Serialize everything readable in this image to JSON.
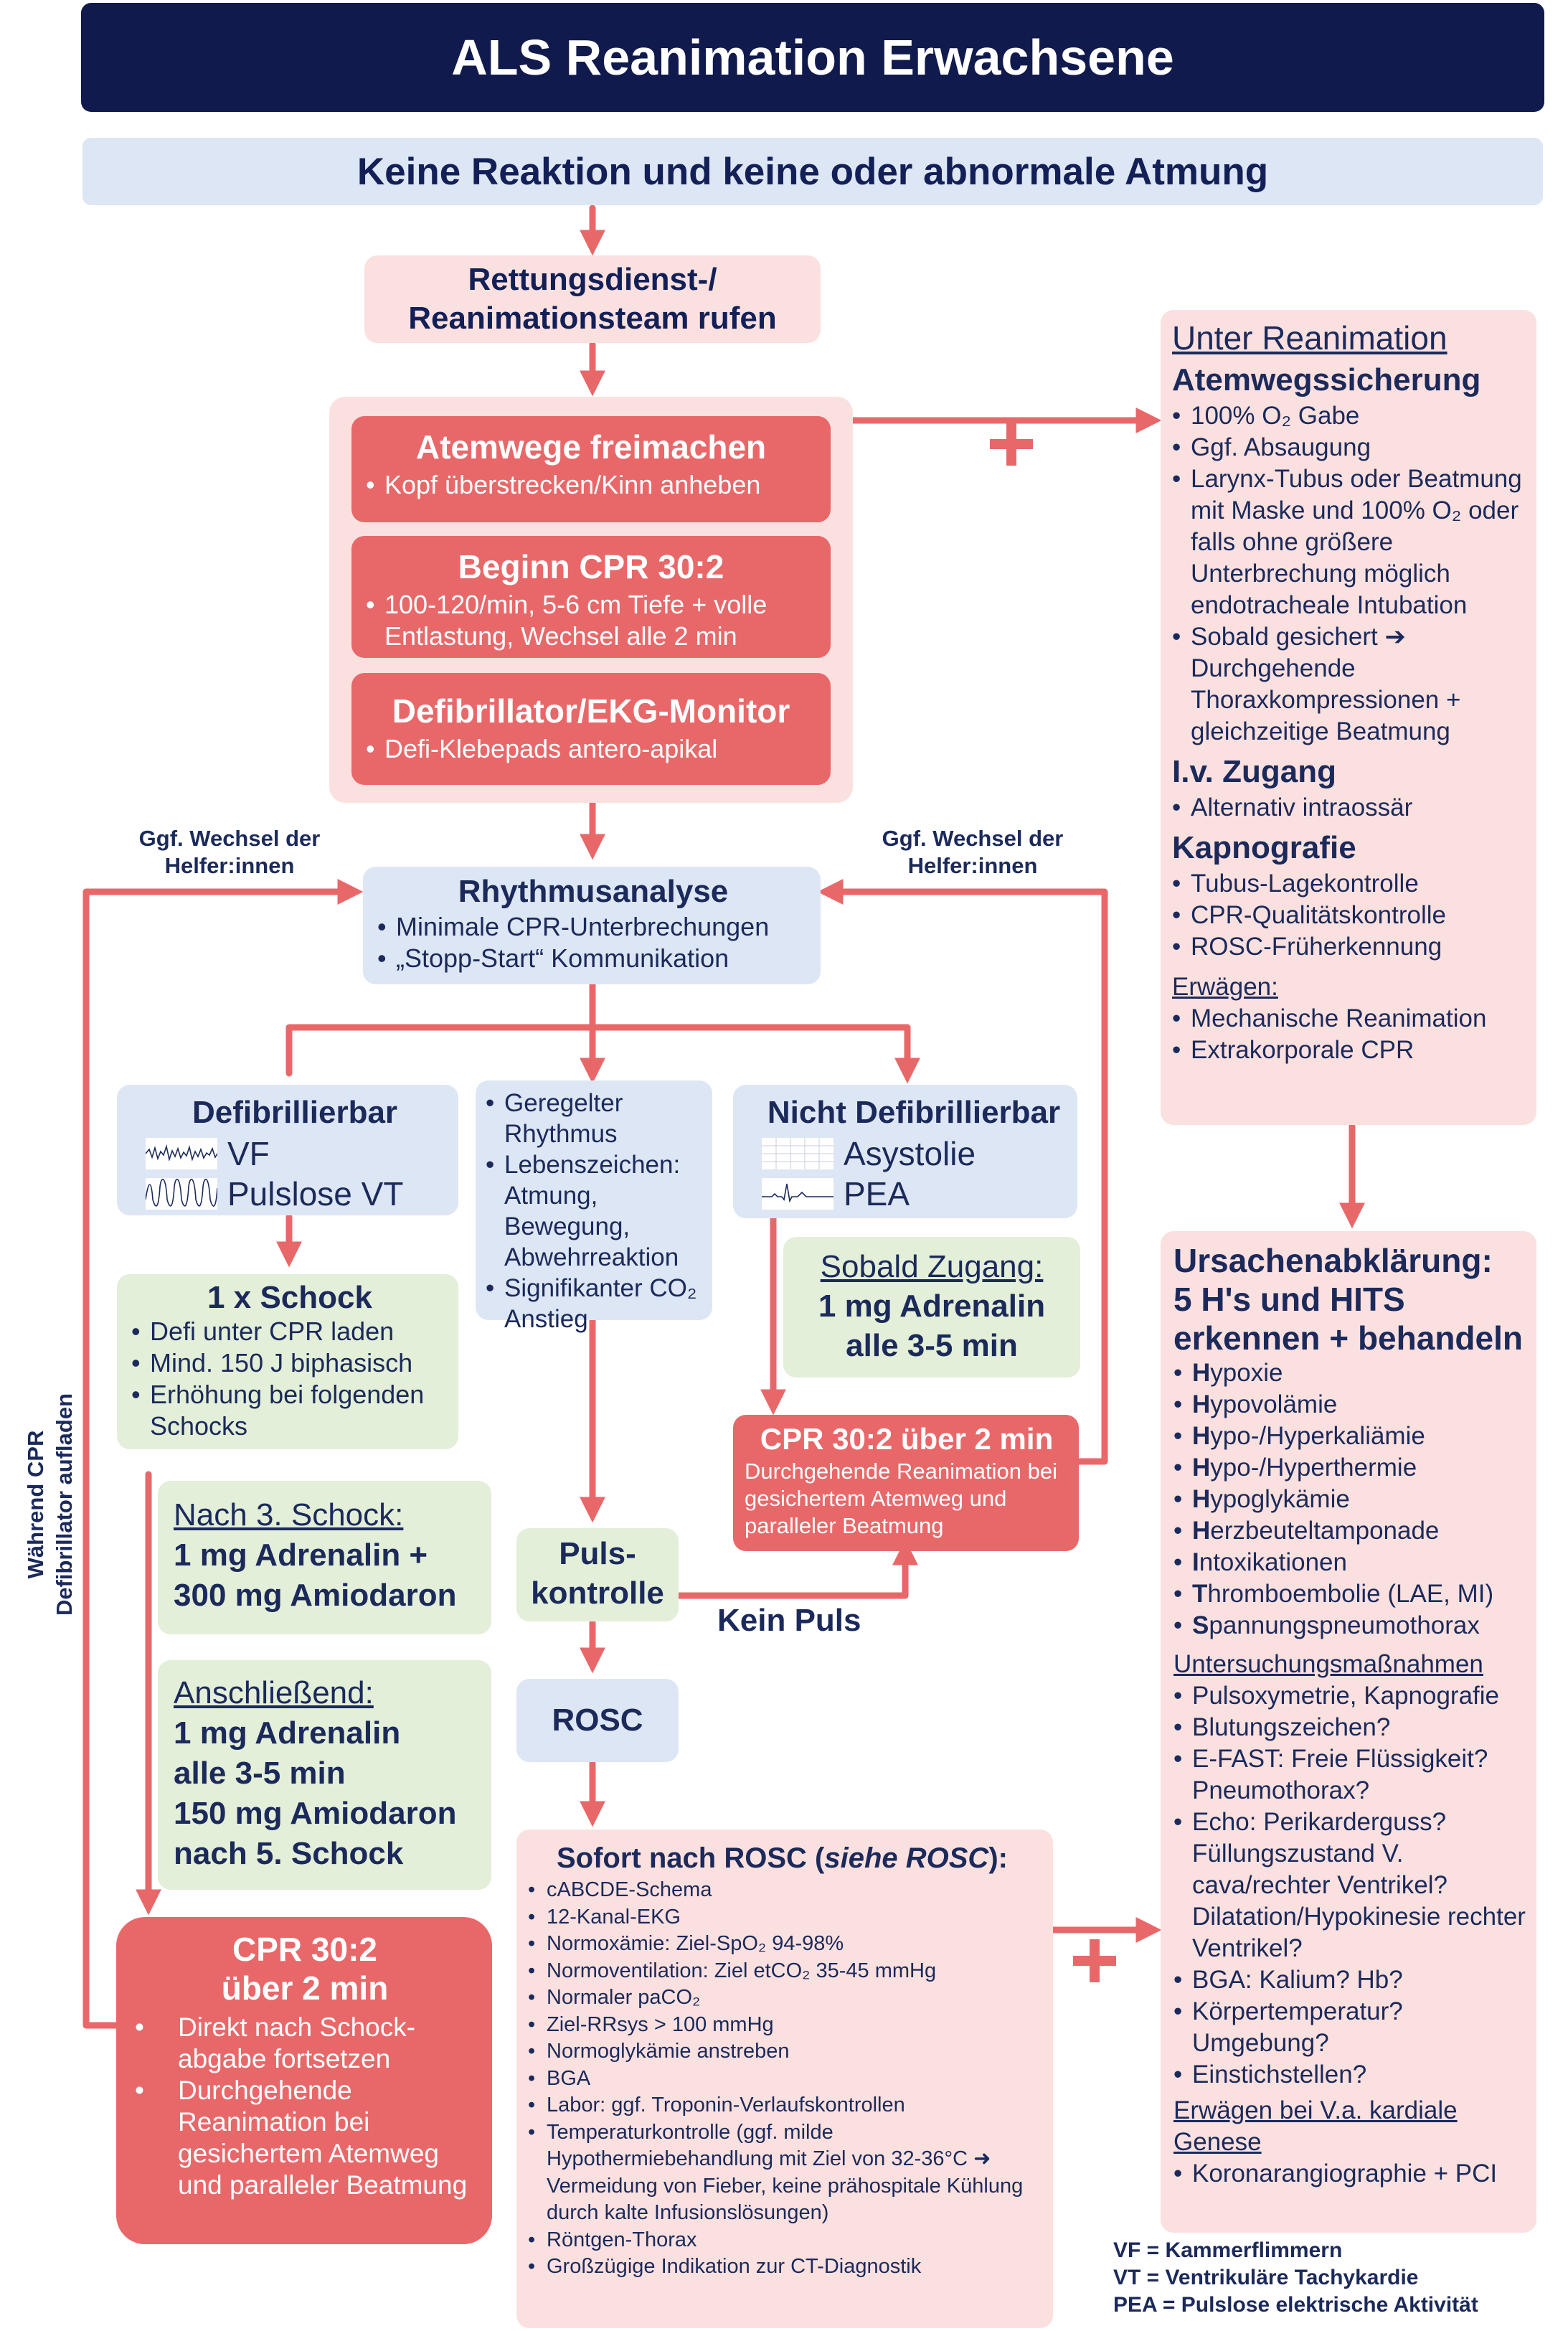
{
  "title": "ALS Reanimation Erwachsene",
  "subtitle": "Keine Reaktion und keine oder abnormale Atmung",
  "call_box": {
    "line1": "Rettungsdienst-/",
    "line2": "Reanimationsteam rufen"
  },
  "airway_box": {
    "title": "Atemwege freimachen",
    "items": [
      "Kopf überstrecken/Kinn anheben"
    ]
  },
  "cpr_start_box": {
    "title": "Beginn CPR 30:2",
    "items": [
      "100-120/min, 5-6 cm Tiefe + volle Entlastung, Wechsel alle 2 min"
    ]
  },
  "defi_box": {
    "title": "Defibrillator/EKG-Monitor",
    "items": [
      "Defi-Klebepads antero-apikal"
    ]
  },
  "helper_left": {
    "line1": "Ggf. Wechsel der",
    "line2": "Helfer:innen"
  },
  "helper_right": {
    "line1": "Ggf. Wechsel der",
    "line2": "Helfer:innen"
  },
  "rhythm_box": {
    "title": "Rhythmusanalyse",
    "items": [
      "Minimale CPR-Unterbrechungen",
      "„Stopp-Start“ Kommunikation"
    ]
  },
  "shockable_box": {
    "title": "Defibrillierbar",
    "rhythm1": "VF",
    "rhythm2": "Pulslose VT",
    "icon1": "vf-ecg-icon",
    "icon2": "vt-ecg-icon"
  },
  "middle_box": {
    "items": [
      "Geregelter Rhythmus",
      "Lebenszeichen: Atmung, Bewegung, Abwehrreaktion",
      "Signifikanter CO₂ Anstieg"
    ]
  },
  "nonshockable_box": {
    "title": "Nicht Defibrillierbar",
    "rhythm1": "Asystolie",
    "rhythm2": "PEA",
    "icon1": "asystole-ecg-icon",
    "icon2": "pea-ecg-icon"
  },
  "shock_box": {
    "title": "1 x Schock",
    "items": [
      "Defi unter CPR laden",
      "Mind. 150 J biphasisch",
      "Erhöhung bei folgenden Schocks"
    ]
  },
  "third_shock_box": {
    "heading": "Nach 3. Schock:",
    "line1": "1 mg Adrenalin +",
    "line2": "300 mg Amiodaron"
  },
  "then_box": {
    "heading": "Anschließend:",
    "line1": "1 mg Adrenalin",
    "line2": "alle 3-5 min",
    "line3": "150 mg Amiodaron",
    "line4": "nach 5. Schock"
  },
  "cpr_left_box": {
    "line1": "CPR 30:2",
    "line2": "über 2 min",
    "items": [
      "Direkt nach Schock-abgabe fortsetzen",
      "Durchgehende Reanimation bei gesichertem Atemweg und paralleler Beatmung"
    ]
  },
  "side_label": {
    "line1": "Während CPR",
    "line2": "Defibrillator aufladen"
  },
  "access_box": {
    "heading": "Sobald Zugang:",
    "line1": "1 mg Adrenalin",
    "line2": "alle 3-5 min"
  },
  "cpr_right_box": {
    "title": "CPR 30:2 über 2 min",
    "text": "Durchgehende Reanimation bei gesichertem Atemweg und paralleler Beatmung"
  },
  "pulse_box": {
    "line1": "Puls-",
    "line2": "kontrolle"
  },
  "no_pulse_label": "Kein Puls",
  "rosc_box": "ROSC",
  "post_rosc_box": {
    "title_a": "Sofort nach ROSC (",
    "title_b": "siehe ROSC",
    "title_c": "):",
    "items": [
      "cABCDE-Schema",
      "12-Kanal-EKG",
      "Normoxämie: Ziel-SpO₂ 94-98%",
      "Normoventilation: Ziel etCO₂ 35-45 mmHg",
      "Normaler paCO₂",
      "Ziel-RRsys > 100 mmHg",
      "Normoglykämie anstreben",
      "BGA",
      "Labor: ggf. Troponin-Verlaufskontrollen",
      "Temperaturkontrolle (ggf. milde Hypothermiebehandlung mit Ziel von 32-36°C ➜ Vermeidung von Fieber, keine prähospitale Kühlung durch kalte Infusionslösungen)",
      "Röntgen-Thorax",
      "Großzügige Indikation zur CT-Diagnostik"
    ]
  },
  "under_cpr_box": {
    "heading": "Unter Reanimation",
    "airway_title": "Atemwegssicherung",
    "airway_items": [
      "100% O₂ Gabe",
      "Ggf. Absaugung",
      "Larynx-Tubus oder Beatmung mit Maske und 100% O₂ oder falls ohne größere Unterbrechung möglich endotracheale Intubation",
      "Sobald gesichert ➔ Durchgehende Thoraxkompressionen + gleichzeitige Beatmung"
    ],
    "iv_title": "I.v. Zugang",
    "iv_items": [
      "Alternativ intraossär"
    ],
    "capno_title": "Kapnografie",
    "capno_items": [
      "Tubus-Lagekontrolle",
      "CPR-Qualitätskontrolle",
      "ROSC-Früherkennung"
    ],
    "consider_heading": "Erwägen:",
    "consider_items": [
      "Mechanische Reanimation",
      "Extrakorporale CPR"
    ]
  },
  "causes_box": {
    "title1": "Ursachenabklärung:",
    "title2": "5 H's und HITS",
    "title3": "erkennen + behandeln",
    "causes": [
      {
        "first": "H",
        "rest": "ypoxie"
      },
      {
        "first": "H",
        "rest": "ypovolämie"
      },
      {
        "first": "H",
        "rest": "ypo-/Hyperkaliämie"
      },
      {
        "first": "H",
        "rest": "ypo-/Hyperthermie"
      },
      {
        "first": "H",
        "rest": "ypoglykämie"
      },
      {
        "first": "H",
        "rest": "erzbeuteltamponade"
      },
      {
        "first": "I",
        "rest": "ntoxikationen"
      },
      {
        "first": "T",
        "rest": "hromboembolie (LAE, MI)"
      },
      {
        "first": "S",
        "rest": "pannungspneumothorax"
      }
    ],
    "exam_heading": "Untersuchungsmaßnahmen",
    "exam_items": [
      "Pulsoxymetrie, Kapnografie",
      "Blutungszeichen?",
      "E-FAST: Freie Flüssigkeit? Pneumothorax?",
      "Echo: Perikarderguss? Füllungszustand V. cava/rechter Ventrikel? Dilatation/Hypokinesie rechter Ventrikel?",
      "BGA: Kalium? Hb?",
      "Körpertemperatur? Umgebung?",
      "Einstichstellen?"
    ],
    "cardiac_heading": "Erwägen bei V.a. kardiale Genese",
    "cardiac_items": [
      "Koronarangiographie + PCI"
    ]
  },
  "legend": {
    "vf": "VF = Kammerflimmern",
    "vt": "VT = Ventrikuläre Tachykardie",
    "pea": "PEA = Pulslose elektrische Aktivität"
  },
  "colors": {
    "navy": "#101a4d",
    "arrow_red": "#e8686a",
    "light_pink": "#fbe0e0",
    "light_blue": "#dde6f4",
    "light_green": "#e3efd8"
  }
}
